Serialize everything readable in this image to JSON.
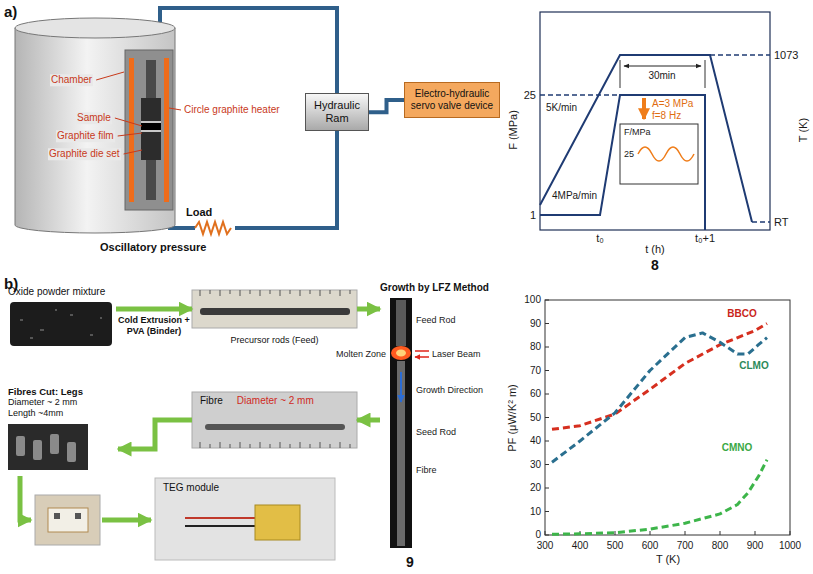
{
  "diagram": {
    "nodes": [
      {
        "text": [
          "Hydraulic Ram"
        ]
      },
      {
        "text": [
          "Electro-hydraulic servo valve device"
        ]
      },
      {
        "text": [
          "Oxide powder mixture"
        ]
      },
      {
        "text": [
          "Precursor rods (Feed)"
        ]
      },
      {
        "text": [
          "Growth by LFZ Method"
        ]
      },
      {
        "text": [
          "Fibre",
          "Diameter ~ 2 mm"
        ]
      },
      {
        "text": [
          "Fibres Cut: Legs",
          "Diameter ~ 2 mm",
          "Length ~4mm"
        ]
      },
      {
        "text": [
          "TEG module"
        ]
      }
    ],
    "edges": [
      {
        "from": 0,
        "to": 1,
        "arrow": "none"
      },
      {
        "from": 2,
        "to": 3,
        "label": "Cold Extrusion + PVA (Binder)",
        "arrow": "to"
      },
      {
        "from": 3,
        "to": 4,
        "arrow": "to"
      },
      {
        "from": 4,
        "to": 5,
        "arrow": "to"
      },
      {
        "from": 5,
        "to": 6,
        "arrow": "to"
      }
    ],
    "labels": [
      "a)",
      "Chamber",
      "Sample",
      "Graphite film",
      "Graphite die set",
      "Circle graphite heater",
      "Load",
      "Oscillatory pressure",
      "F (MPa)",
      "25",
      "1",
      "5K/min",
      "4MPa/min",
      "30min",
      "A=3 MPa",
      "f=8 Hz",
      "F/MPa",
      "25",
      "1073",
      "RT",
      "T (K)",
      "t₀",
      "t₀+1",
      "t (h)",
      "8",
      "b)",
      "Feed Rod",
      "Molten Zone",
      "Laser Beam",
      "Growth Direction",
      "Seed Rod",
      "Fibre",
      "PF (μW/K² m)",
      "0",
      "10",
      "20",
      "30",
      "40",
      "50",
      "60",
      "70",
      "80",
      "90",
      "100",
      "300",
      "400",
      "500",
      "600",
      "700",
      "800",
      "900",
      "1000",
      "T (K)",
      "BBCO",
      "CLMO",
      "CMNO",
      "9"
    ]
  }
}
